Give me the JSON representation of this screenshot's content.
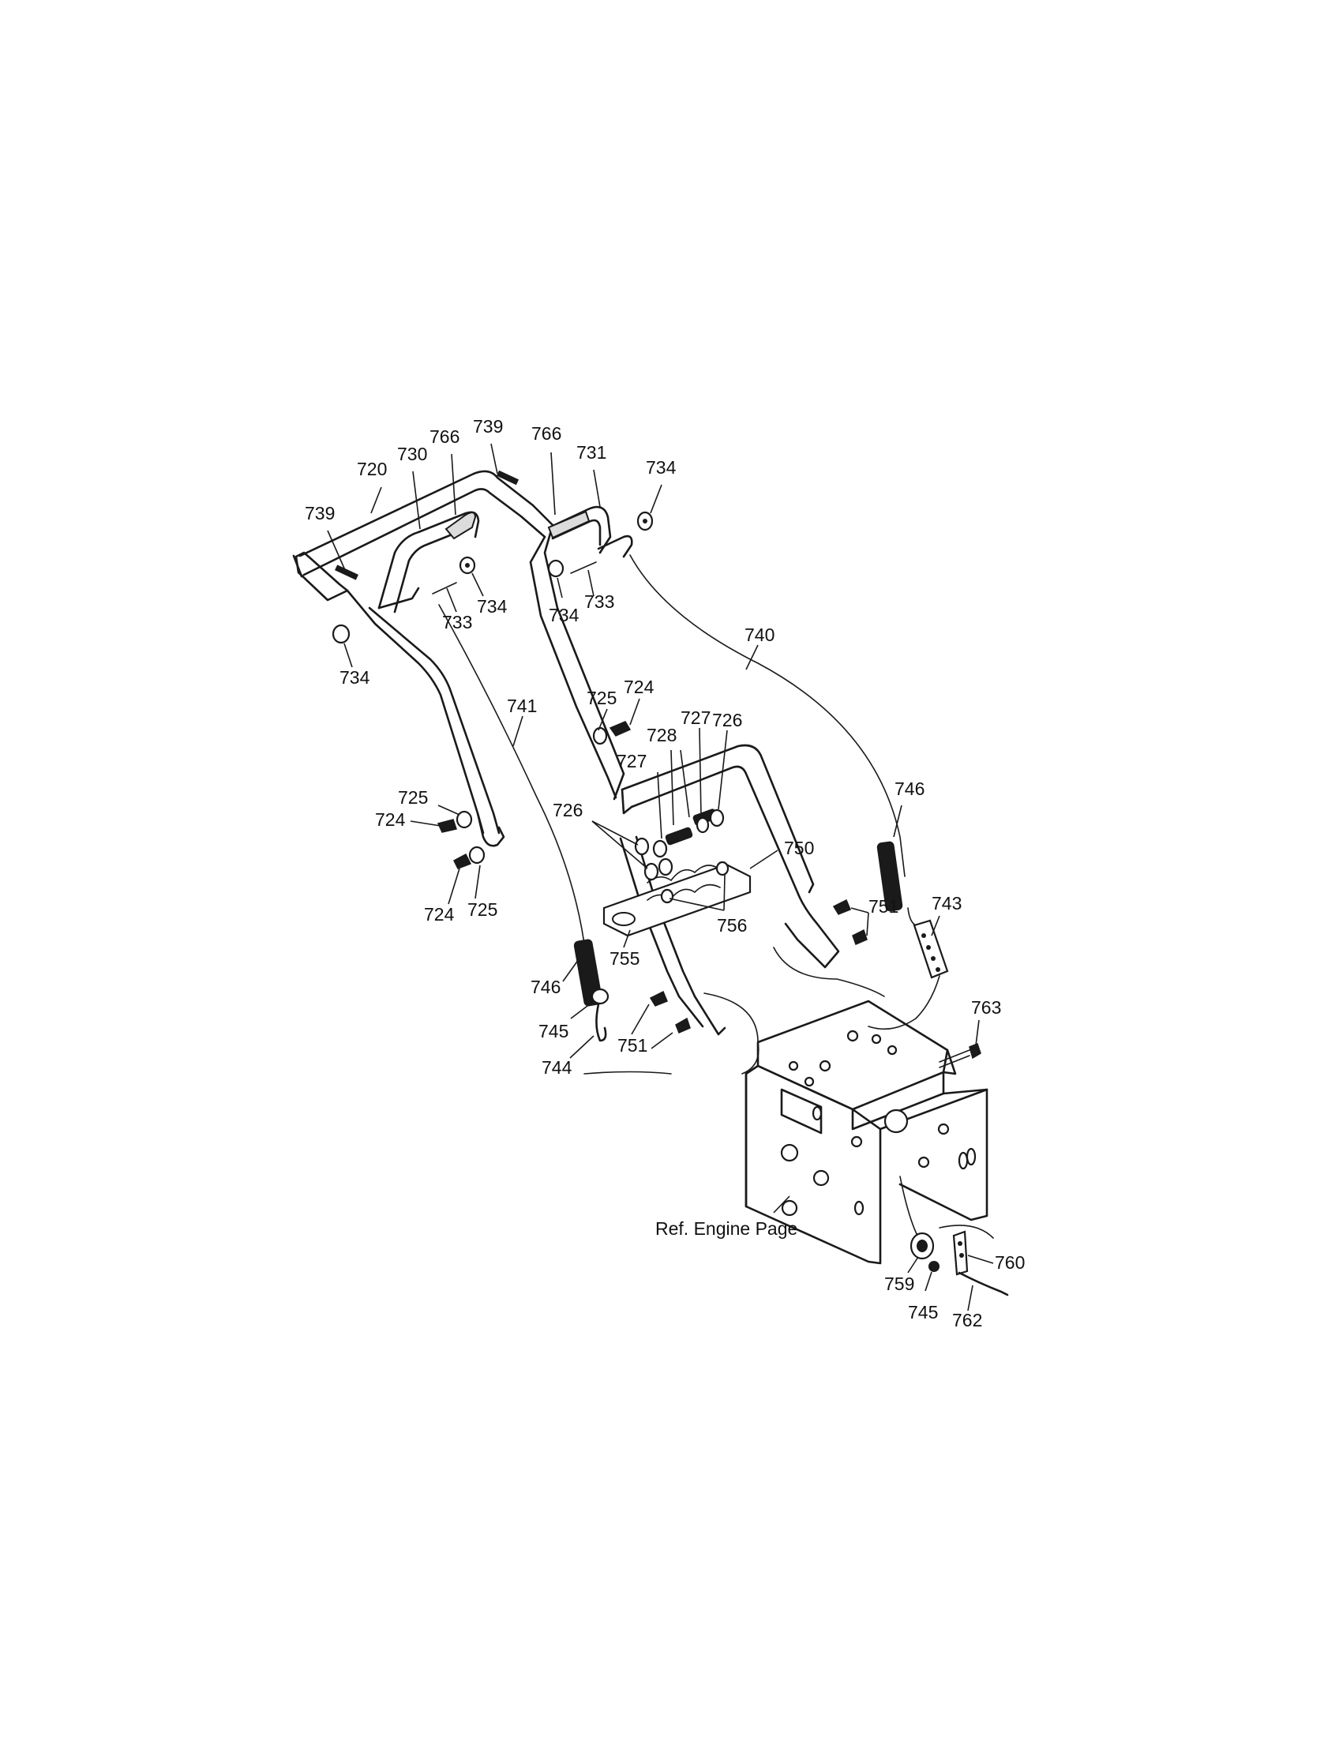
{
  "diagram": {
    "part_labels": [
      {
        "id": "lbl-720",
        "text": "720"
      },
      {
        "id": "lbl-730",
        "text": "730"
      },
      {
        "id": "lbl-766a",
        "text": "766"
      },
      {
        "id": "lbl-739a",
        "text": "739"
      },
      {
        "id": "lbl-766b",
        "text": "766"
      },
      {
        "id": "lbl-731",
        "text": "731"
      },
      {
        "id": "lbl-734a",
        "text": "734"
      },
      {
        "id": "lbl-739b",
        "text": "739"
      },
      {
        "id": "lbl-733a",
        "text": "733"
      },
      {
        "id": "lbl-734b",
        "text": "734"
      },
      {
        "id": "lbl-734c",
        "text": "734"
      },
      {
        "id": "lbl-733b",
        "text": "733"
      },
      {
        "id": "lbl-734d",
        "text": "734"
      },
      {
        "id": "lbl-740",
        "text": "740"
      },
      {
        "id": "lbl-741",
        "text": "741"
      },
      {
        "id": "lbl-725a",
        "text": "725"
      },
      {
        "id": "lbl-724a",
        "text": "724"
      },
      {
        "id": "lbl-727a",
        "text": "727"
      },
      {
        "id": "lbl-726a",
        "text": "726"
      },
      {
        "id": "lbl-728",
        "text": "728"
      },
      {
        "id": "lbl-727b",
        "text": "727"
      },
      {
        "id": "lbl-726b",
        "text": "726"
      },
      {
        "id": "lbl-746a",
        "text": "746"
      },
      {
        "id": "lbl-725b",
        "text": "725"
      },
      {
        "id": "lbl-724b",
        "text": "724"
      },
      {
        "id": "lbl-750",
        "text": "750"
      },
      {
        "id": "lbl-724c",
        "text": "724"
      },
      {
        "id": "lbl-725c",
        "text": "725"
      },
      {
        "id": "lbl-751a",
        "text": "751"
      },
      {
        "id": "lbl-743",
        "text": "743"
      },
      {
        "id": "lbl-756",
        "text": "756"
      },
      {
        "id": "lbl-755",
        "text": "755"
      },
      {
        "id": "lbl-746b",
        "text": "746"
      },
      {
        "id": "lbl-763",
        "text": "763"
      },
      {
        "id": "lbl-745a",
        "text": "745"
      },
      {
        "id": "lbl-751b",
        "text": "751"
      },
      {
        "id": "lbl-744",
        "text": "744"
      },
      {
        "id": "lbl-760",
        "text": "760"
      },
      {
        "id": "lbl-759",
        "text": "759"
      },
      {
        "id": "lbl-745b",
        "text": "745"
      },
      {
        "id": "lbl-762",
        "text": "762"
      }
    ],
    "reference_note": "Ref. Engine Page"
  }
}
